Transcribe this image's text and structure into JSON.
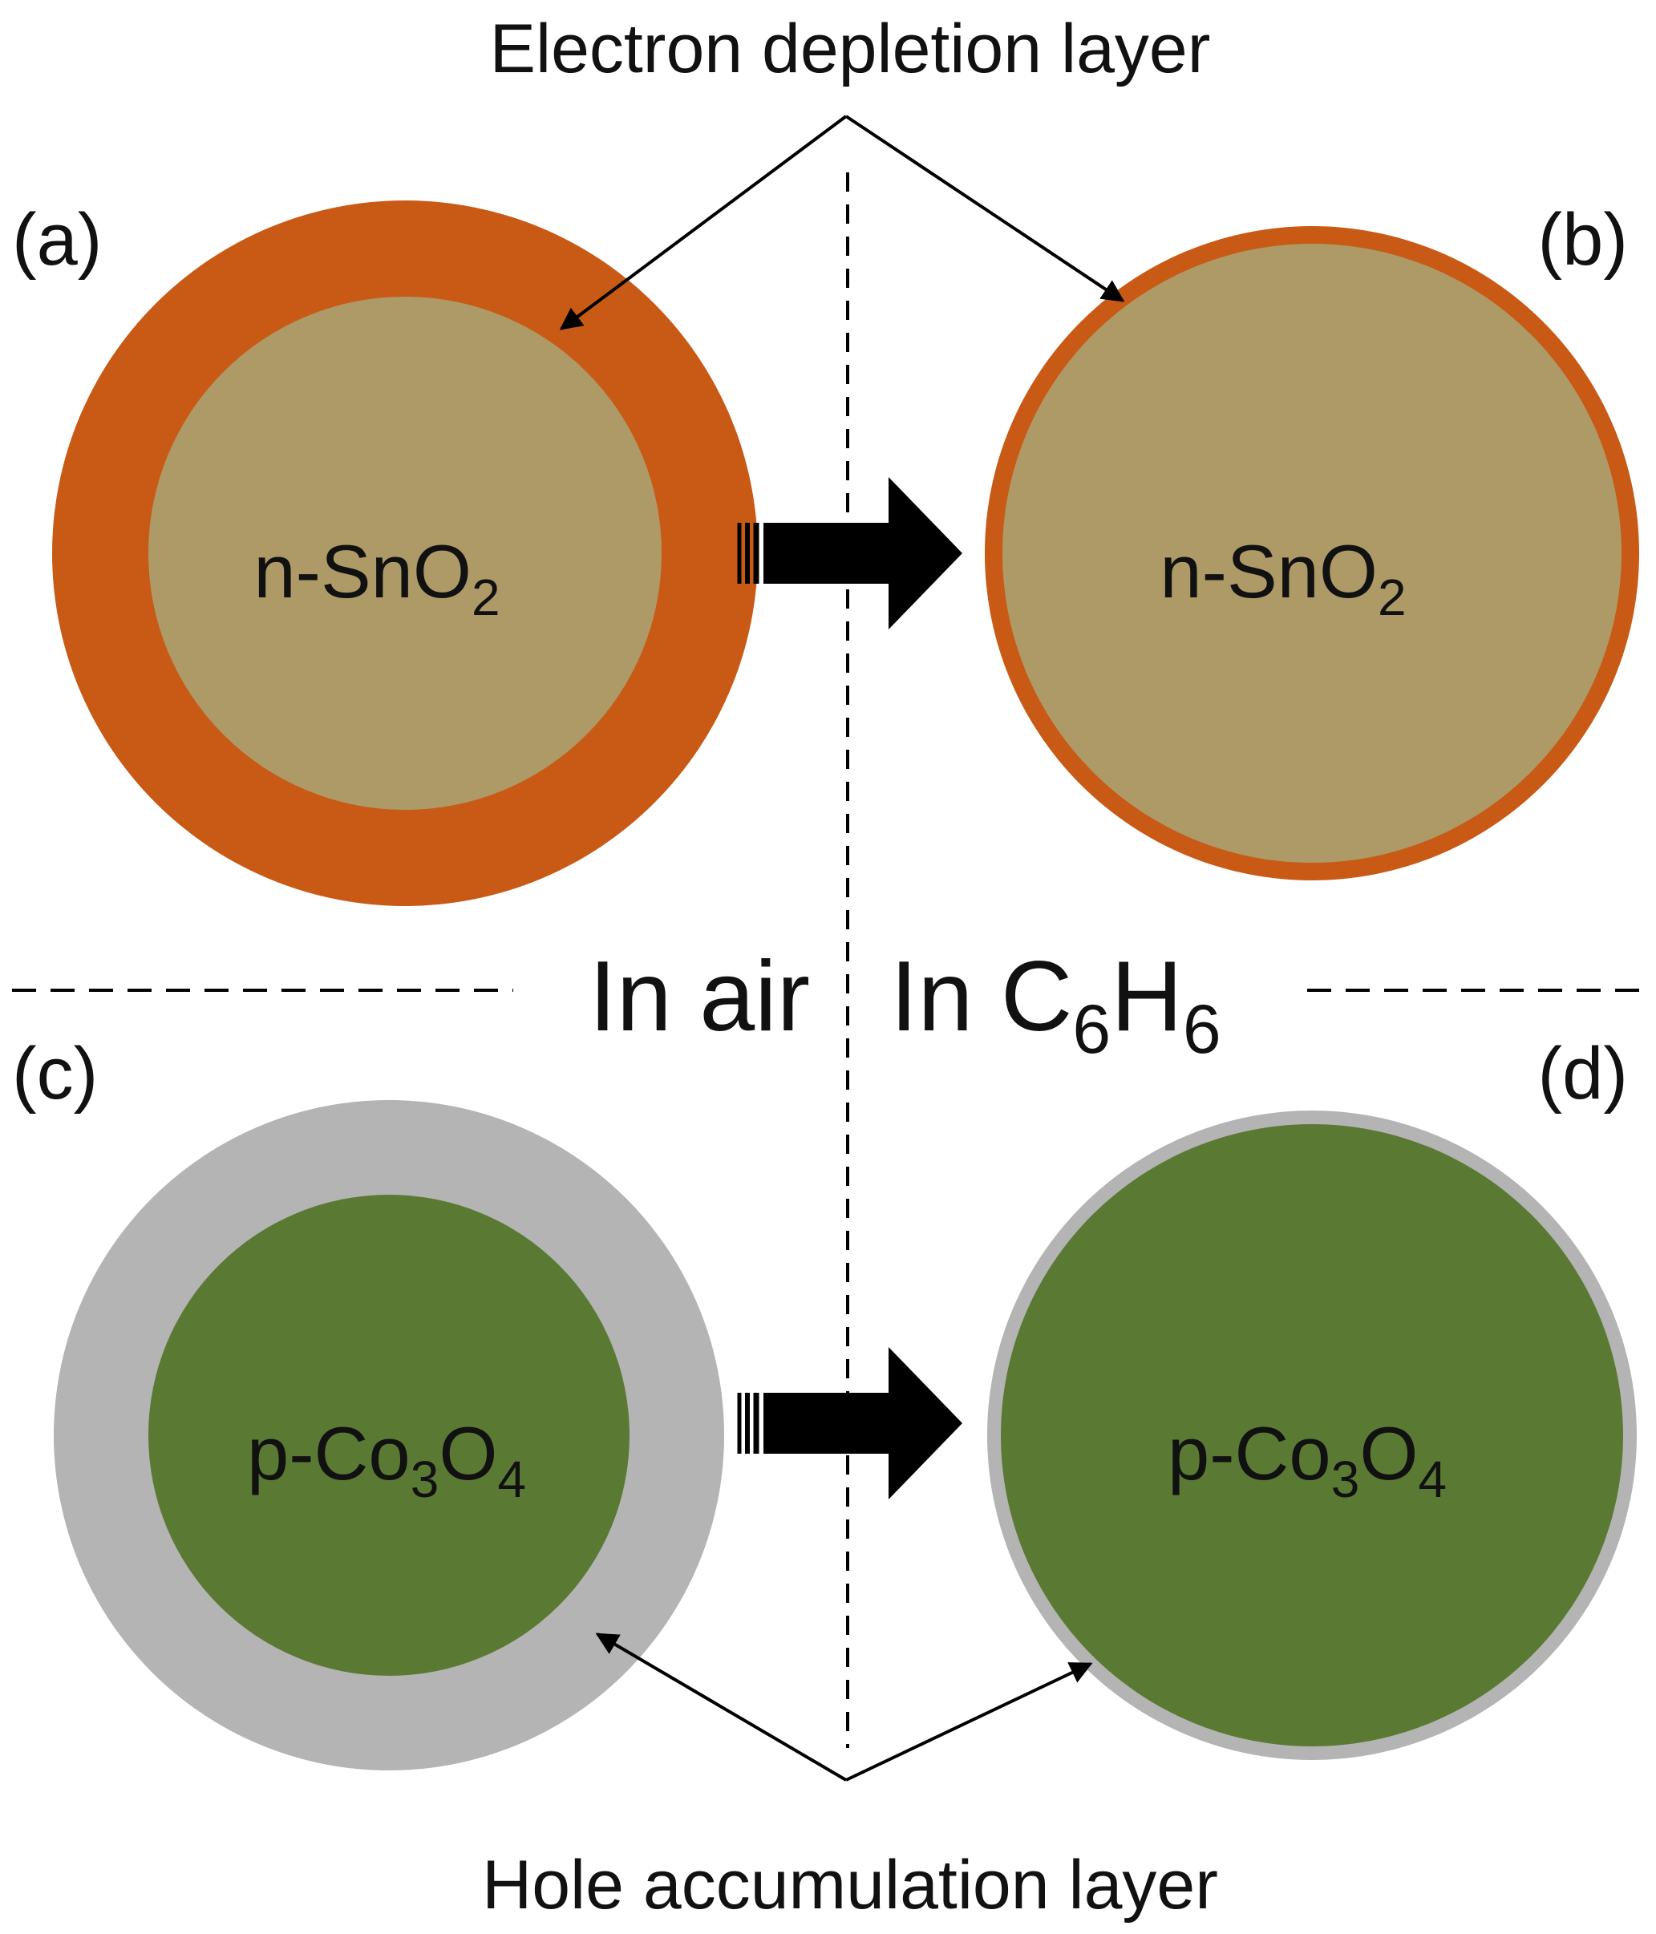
{
  "top_annotation": "Electron depletion layer",
  "bottom_annotation": "Hole accumulation layer",
  "panels": {
    "a": "(a)",
    "b": "(b)",
    "c": "(c)",
    "d": "(d)"
  },
  "conditions": {
    "air": "In air",
    "benzene_prefix": "In C",
    "benzene_sub_1": "6",
    "benzene_mid": "H",
    "benzene_sub_2": "6"
  },
  "materials": {
    "n_type": {
      "prefix": "n-SnO",
      "sub": "2"
    },
    "p_type": {
      "prefix": "p-Co",
      "sub1": "3",
      "mid": "O",
      "sub2": "4"
    }
  },
  "colors": {
    "depletion_shell": "#c85a16",
    "sno2_core": "#ae9a67",
    "accumulation_shell": "#b4b4b4",
    "co3o4_core": "#5a7a34",
    "arrow": "#000000"
  }
}
